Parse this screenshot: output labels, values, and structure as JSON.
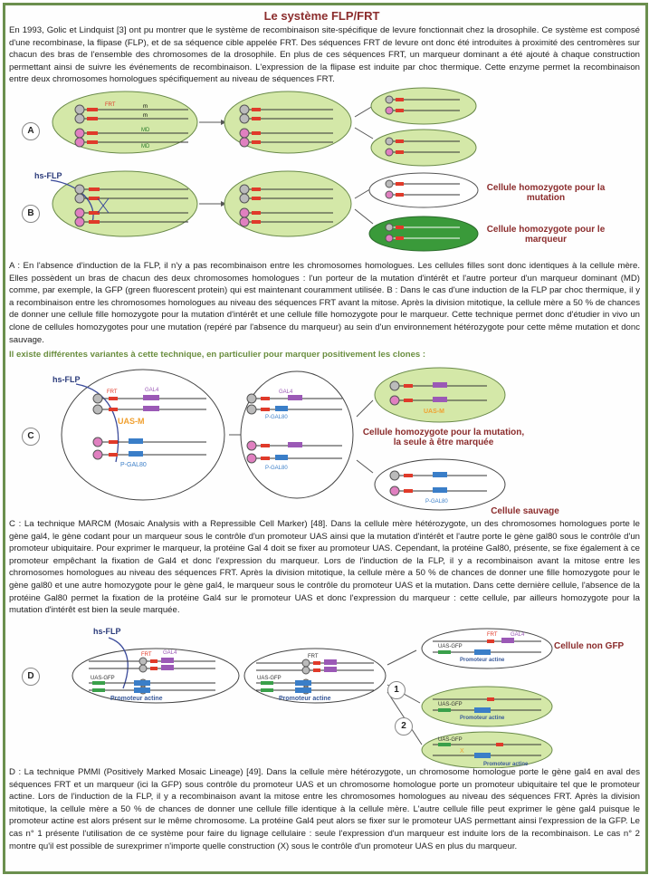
{
  "title": "Le système FLP/FRT",
  "intro": "En 1993, Golic et Lindquist [3] ont pu montrer que le système de recombinaison site-spécifique de levure fonctionnait chez la drosophile. Ce système est composé d'une recombinase, la flipase (FLP), et de sa séquence cible appelée FRT. Des séquences FRT de levure ont donc été introduites à proximité des centromères sur chacun des bras de l'ensemble des chromosomes de la drosophile. En plus de ces séquences FRT, un marqueur dominant a été ajouté à chaque construction permettant ainsi de suivre les événements de recombinaison. L'expression de la flipase est induite par choc thermique. Cette enzyme permet la recombinaison entre deux chromosomes homologues spécifiquement au niveau de séquences FRT.",
  "labels": {
    "a": "A",
    "b": "B",
    "c": "C",
    "d": "D",
    "one": "1",
    "two": "2"
  },
  "diagram": {
    "frt": "FRT",
    "m": "m",
    "md": "MD",
    "hsflp": "hs-FLP",
    "gal4": "GAL4",
    "uasm": "UAS-M",
    "uas": "UAS",
    "pgal80": "P-GAL80",
    "uasgfp": "UAS-GFP",
    "promoteur": "Promoteur actine",
    "x": "X"
  },
  "captions": {
    "homo_mutation": "Cellule homozygote pour la mutation",
    "homo_marqueur": "Cellule homozygote pour le marqueur",
    "homo_mut_marquee": "Cellule homozygote pour la mutation, la seule à être marquée",
    "sauvage": "Cellule sauvage",
    "non_gfp": "Cellule non GFP"
  },
  "text_ab": "A : En l'absence d'induction de la FLP, il n'y a pas recombinaison entre les chromosomes homologues. Les cellules filles sont donc identiques à la cellule mère. Elles possèdent un bras de chacun des deux chromosomes homologues : l'un porteur de la mutation d'intérêt et l'autre porteur d'un marqueur dominant (MD) comme, par exemple, la GFP (green fluorescent protein) qui est maintenant couramment utilisée. B : Dans le cas d'une induction de la FLP par choc thermique, il y a recombinaison entre les chromosomes homologues au niveau des séquences FRT avant la mitose. Après la division mitotique, la cellule mère a 50 % de chances de donner une cellule fille homozygote pour la mutation d'intérêt et une cellule fille homozygote pour le marqueur. Cette technique permet donc d'étudier in vivo un clone de cellules homozygotes pour une mutation (repéré par l'absence du marqueur) au sein d'un environnement hétérozygote pour cette même mutation et donc sauvage.",
  "variants": "Il existe différentes variantes à cette technique, en particulier pour marquer positivement les clones :",
  "text_c": "C : La technique MARCM (Mosaic Analysis with a Repressible Cell Marker) [48]. Dans la cellule mère hétérozygote, un des chromosomes homologues porte le gène gal4, le gène codant pour un marqueur sous le contrôle d'un promoteur UAS ainsi que la mutation d'intérêt et l'autre porte le gène gal80 sous le contrôle d'un promoteur ubiquitaire. Pour exprimer le marqueur, la protéine Gal 4 doit se fixer au promoteur UAS. Cependant, la protéine Gal80, présente, se fixe également à ce promoteur empêchant la fixation de Gal4 et donc l'expression du marqueur. Lors de l'induction de la FLP, il y a recombinaison avant la mitose entre les chromosomes homologues au niveau des séquences FRT. Après la division mitotique, la cellule mère a 50 % de chances de donner une fille homozygote pour le gène gal80 et une autre homozygote pour le gène gal4, le marqueur sous le contrôle du promoteur UAS et la mutation. Dans cette dernière cellule, l'absence de la protéine Gal80 permet la fixation de la protéine Gal4 sur le promoteur UAS et donc l'expression du marqueur : cette cellule, par ailleurs homozygote pour la mutation d'intérêt est bien la seule marquée.",
  "text_d": "D : La technique PMMI (Positively Marked Mosaic Lineage) [49]. Dans la cellule mère hétérozygote, un chromosome homologue porte le gène gal4 en aval des séquences FRT et un marqueur (ici la GFP) sous contrôle du promoteur UAS et un chromosome homologue porte un promoteur ubiquitaire tel que le promoteur actine. Lors de l'induction de la FLP, il y a recombinaison avant la mitose entre les chromosomes homologues au niveau des séquences FRT. Après la division mitotique, la cellule mère a 50 % de chances de donner une cellule fille identique à la cellule mère. L'autre cellule fille peut exprimer le gène gal4 puisque le promoteur actine est alors présent sur le même chromosome. La protéine Gal4 peut alors se fixer sur le promoteur UAS permettant ainsi l'expression de la GFP. Le cas n° 1 présente l'utilisation de ce système pour faire du lignage cellulaire : seule l'expression d'un marqueur est induite lors de la recombinaison. Le cas n° 2 montre qu'il est possible de surexprimer n'importe quelle construction (X) sous le contrôle d'un promoteur UAS en plus du marqueur.",
  "colors": {
    "frame": "#6b8f4e",
    "cell": "#d4e8a8",
    "cell_dark": "#3a9a3a",
    "title": "#8b2c2c",
    "frt": "#e03a2a",
    "gal4": "#9b59b6",
    "uas": "#f0a030",
    "gal80": "#3a7ec8",
    "gfp": "#3aa04a"
  }
}
